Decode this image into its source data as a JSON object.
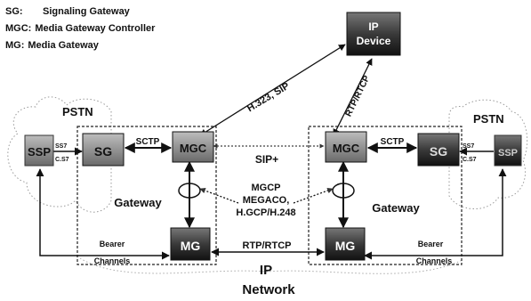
{
  "legend": [
    {
      "abbr": "SG:",
      "text": "Signaling Gateway"
    },
    {
      "abbr": "MGC:",
      "text": "Media Gateway Controller"
    },
    {
      "abbr": "MG:",
      "text": "Media Gateway"
    }
  ],
  "ip_device": {
    "line1": "IP",
    "line2": "Device"
  },
  "links": {
    "h323_sip": "H.323, SIP",
    "rtp_rtcp_top": "RTP/RTCP",
    "sctp_left": "SCTP",
    "sctp_right": "SCTP",
    "sip_plus": "SIP+",
    "control_protocols": [
      "MGCP",
      "MEGACO,",
      "H.GCP/H.248"
    ],
    "rtp_rtcp_bottom": "RTP/RTCP",
    "ss7_left": [
      "SS7",
      "C.S7"
    ],
    "ss7_right": [
      "SS7",
      "C.S7"
    ],
    "bearer_left": [
      "Bearer",
      "Channels"
    ],
    "bearer_right": [
      "Bearer",
      "Channels"
    ]
  },
  "left": {
    "cloud": "PSTN",
    "ssp": "SSP",
    "sg": "SG",
    "mgc": "MGC",
    "mg": "MG",
    "gateway": "Gateway"
  },
  "right": {
    "cloud": "PSTN",
    "ssp": "SSP",
    "sg": "SG",
    "mgc": "MGC",
    "mg": "MG",
    "gateway": "Gateway"
  },
  "network": {
    "line1": "IP",
    "line2": "Network"
  }
}
